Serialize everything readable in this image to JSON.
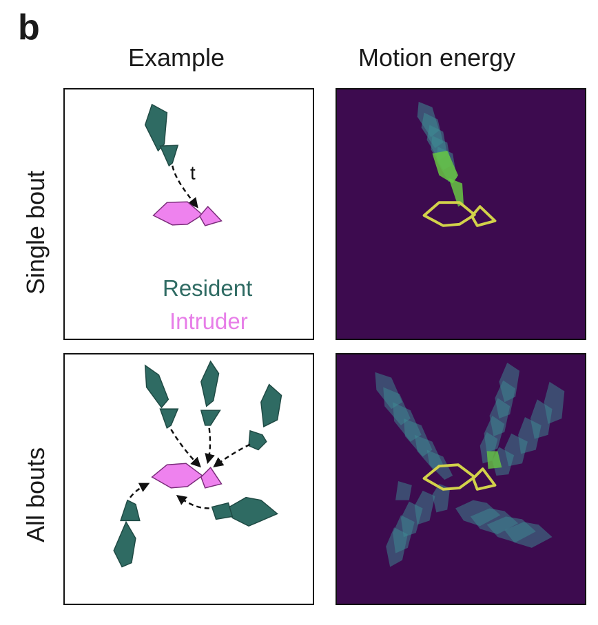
{
  "panel_letter": "b",
  "columns": {
    "example": "Example",
    "motion_energy": "Motion energy"
  },
  "rows": {
    "single": "Single bout",
    "all": "All bouts"
  },
  "legend": {
    "resident": {
      "label": "Resident",
      "color": "#2f6b63"
    },
    "intruder": {
      "label": "Intruder",
      "color": "#e77ee8"
    }
  },
  "annotation_t": "t",
  "colors": {
    "resident_fill": "#2f6b63",
    "intruder_fill": "#ee82ee",
    "motion_background": "#3d0b4f",
    "motion_teal": "#3e8c94",
    "motion_green": "#67c543",
    "outline_yellow": "#d2d24a"
  }
}
